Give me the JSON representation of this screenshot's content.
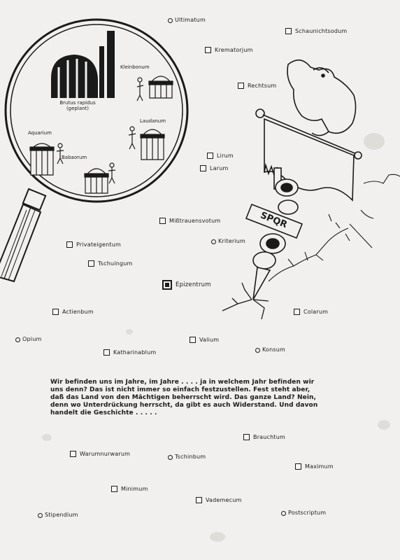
{
  "lens": {
    "brutus_line1": "Brutus rapidus",
    "brutus_line2": "(geplant)",
    "camps": [
      {
        "label": "Kleinbonum"
      },
      {
        "label": "Laudanum"
      },
      {
        "label": "Aquarium"
      },
      {
        "label": "Babaorum"
      }
    ]
  },
  "places": [
    {
      "label": "Ultimatum",
      "marker": "circle"
    },
    {
      "label": "Schaunichtsodum",
      "marker": "square"
    },
    {
      "label": "Krematorjum",
      "marker": "square"
    },
    {
      "label": "Rechtsum",
      "marker": "square"
    },
    {
      "label": "Lirum",
      "marker": "square"
    },
    {
      "label": "Larum",
      "marker": "square"
    },
    {
      "label": "Mißtrauensvotum",
      "marker": "square"
    },
    {
      "label": "Kriterium",
      "marker": "circle"
    },
    {
      "label": "Privateigentum",
      "marker": "square"
    },
    {
      "label": "Tschuingum",
      "marker": "square"
    },
    {
      "label": "Epizentrum",
      "marker": "filled-square"
    },
    {
      "label": "Actienbum",
      "marker": "square"
    },
    {
      "label": "Colarum",
      "marker": "square"
    },
    {
      "label": "Opium",
      "marker": "circle"
    },
    {
      "label": "Valium",
      "marker": "square"
    },
    {
      "label": "Katharinablum",
      "marker": "square"
    },
    {
      "label": "Konsum",
      "marker": "circle"
    },
    {
      "label": "Brauchtum",
      "marker": "square"
    },
    {
      "label": "Warumnurwarum",
      "marker": "square"
    },
    {
      "label": "Tschinbum",
      "marker": "circle"
    },
    {
      "label": "Maximum",
      "marker": "square"
    },
    {
      "label": "Minimum",
      "marker": "square"
    },
    {
      "label": "Vademecum",
      "marker": "square"
    },
    {
      "label": "Stipendium",
      "marker": "circle"
    },
    {
      "label": "Postscriptum",
      "marker": "circle"
    }
  ],
  "intro": {
    "line1": "Wir befinden uns im Jahre, im Jahre . . . . ja in welchem Jahr befinden wir",
    "line2": "uns denn? Das ist nicht immer so einfach festzustellen. Fest steht aber,",
    "line3": "daß das Land von den Mächtigen beherrscht wird. Das ganze Land? Nein,",
    "line4": "denn wo Unterdrückung herrscht, da gibt es auch Widerstand. Und davon",
    "line5": "handelt die Geschichte . . . . ."
  },
  "standard": {
    "plate_text": "SPQR"
  }
}
